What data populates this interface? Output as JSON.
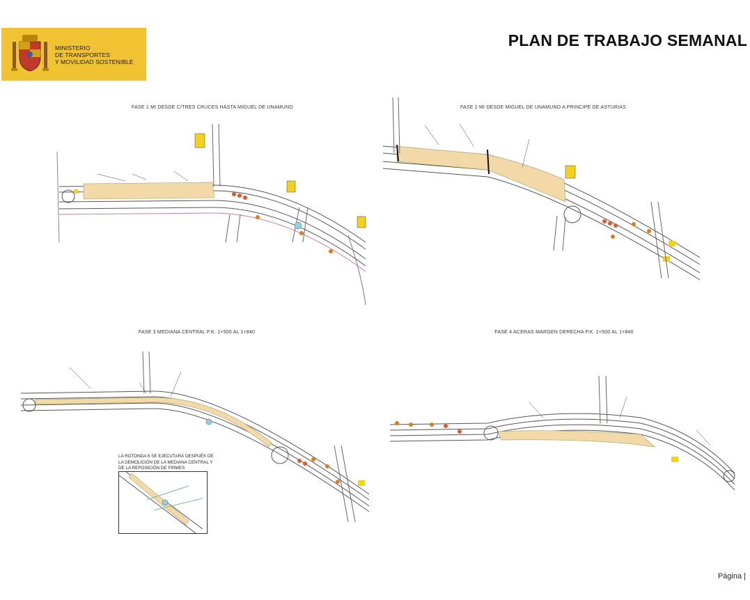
{
  "header": {
    "logo": {
      "ministry_line1": "MINISTERIO",
      "ministry_line2": "DE TRANSPORTES",
      "ministry_line3": "Y MOVILIDAD SOSTENIBLE",
      "background_color": "#f1c232"
    },
    "title": "PLAN DE TRABAJO SEMANAL"
  },
  "phases": [
    {
      "title": "FASE 1 MI DESDE C/TRES CRUCES HASTA MIGUEL DE UNAMUNO"
    },
    {
      "title": "FASE 2 MI DESDE MIGUEL DE UNAMUNO A PRINCIPE DE ASTURIAS"
    },
    {
      "title": "FASE 3 MEDIANA CENTRAL P.K. 1+500 AL 1+840"
    },
    {
      "title": "FASE 4 ACERAS MARGEN DERECHA P.K. 1+500 AL 1+840"
    }
  ],
  "note": {
    "line1": "LA ROTONDA 6 SE EJECUTARÁ DESPUÉS DE",
    "line2": "LA DEMOLICIÓN DE LA MEDIANA CENTRAL Y",
    "line3": "DE LA REPOSICIÓN DE FIRMES"
  },
  "footer": {
    "page_label": "Página |"
  },
  "colors": {
    "work_zone": "#f3d9a8",
    "road_line": "#555555",
    "sign_yellow": "#f2d21b",
    "sign_orange": "#e07b1a",
    "pedestrian_green": "#7fb89a",
    "bike_lane": "#c77bb6"
  }
}
